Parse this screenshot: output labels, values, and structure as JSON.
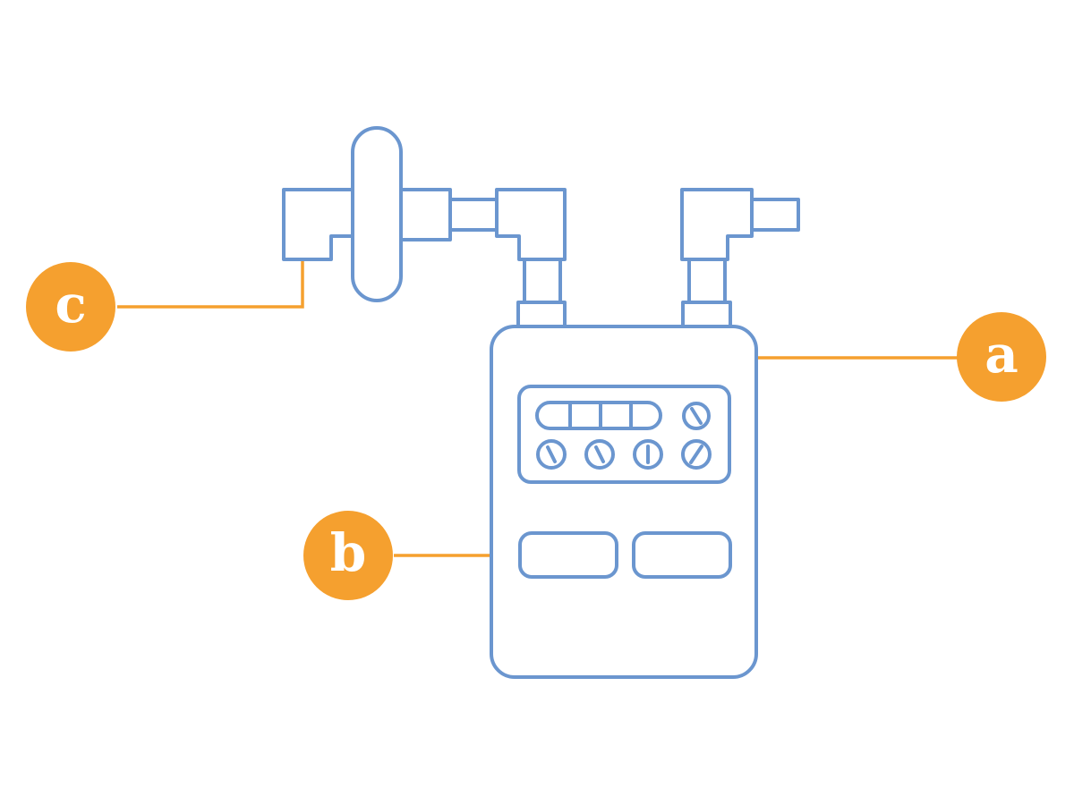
{
  "colors": {
    "device_outline": "#6b96cf",
    "callout": "#f5a02f",
    "callout_text": "#ffffff",
    "background": "#ffffff"
  },
  "callouts": {
    "a": {
      "label": "a"
    },
    "b": {
      "label": "b"
    },
    "c": {
      "label": "c"
    }
  }
}
